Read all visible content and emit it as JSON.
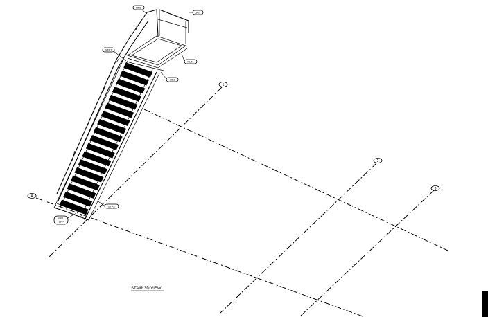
{
  "view_title": "STAIR 3D VIEW",
  "grid_bubbles": {
    "g1": "1",
    "g2": "2",
    "g3": "3",
    "ga": "A"
  },
  "tags": {
    "hr_top": "HR1",
    "gate": "GD1",
    "stringer_top": "STR1",
    "platform": "PLT1",
    "header": "HB1",
    "stringer_bottom": "STR2",
    "base_line1": "BP1",
    "base_line2": "TYP"
  }
}
